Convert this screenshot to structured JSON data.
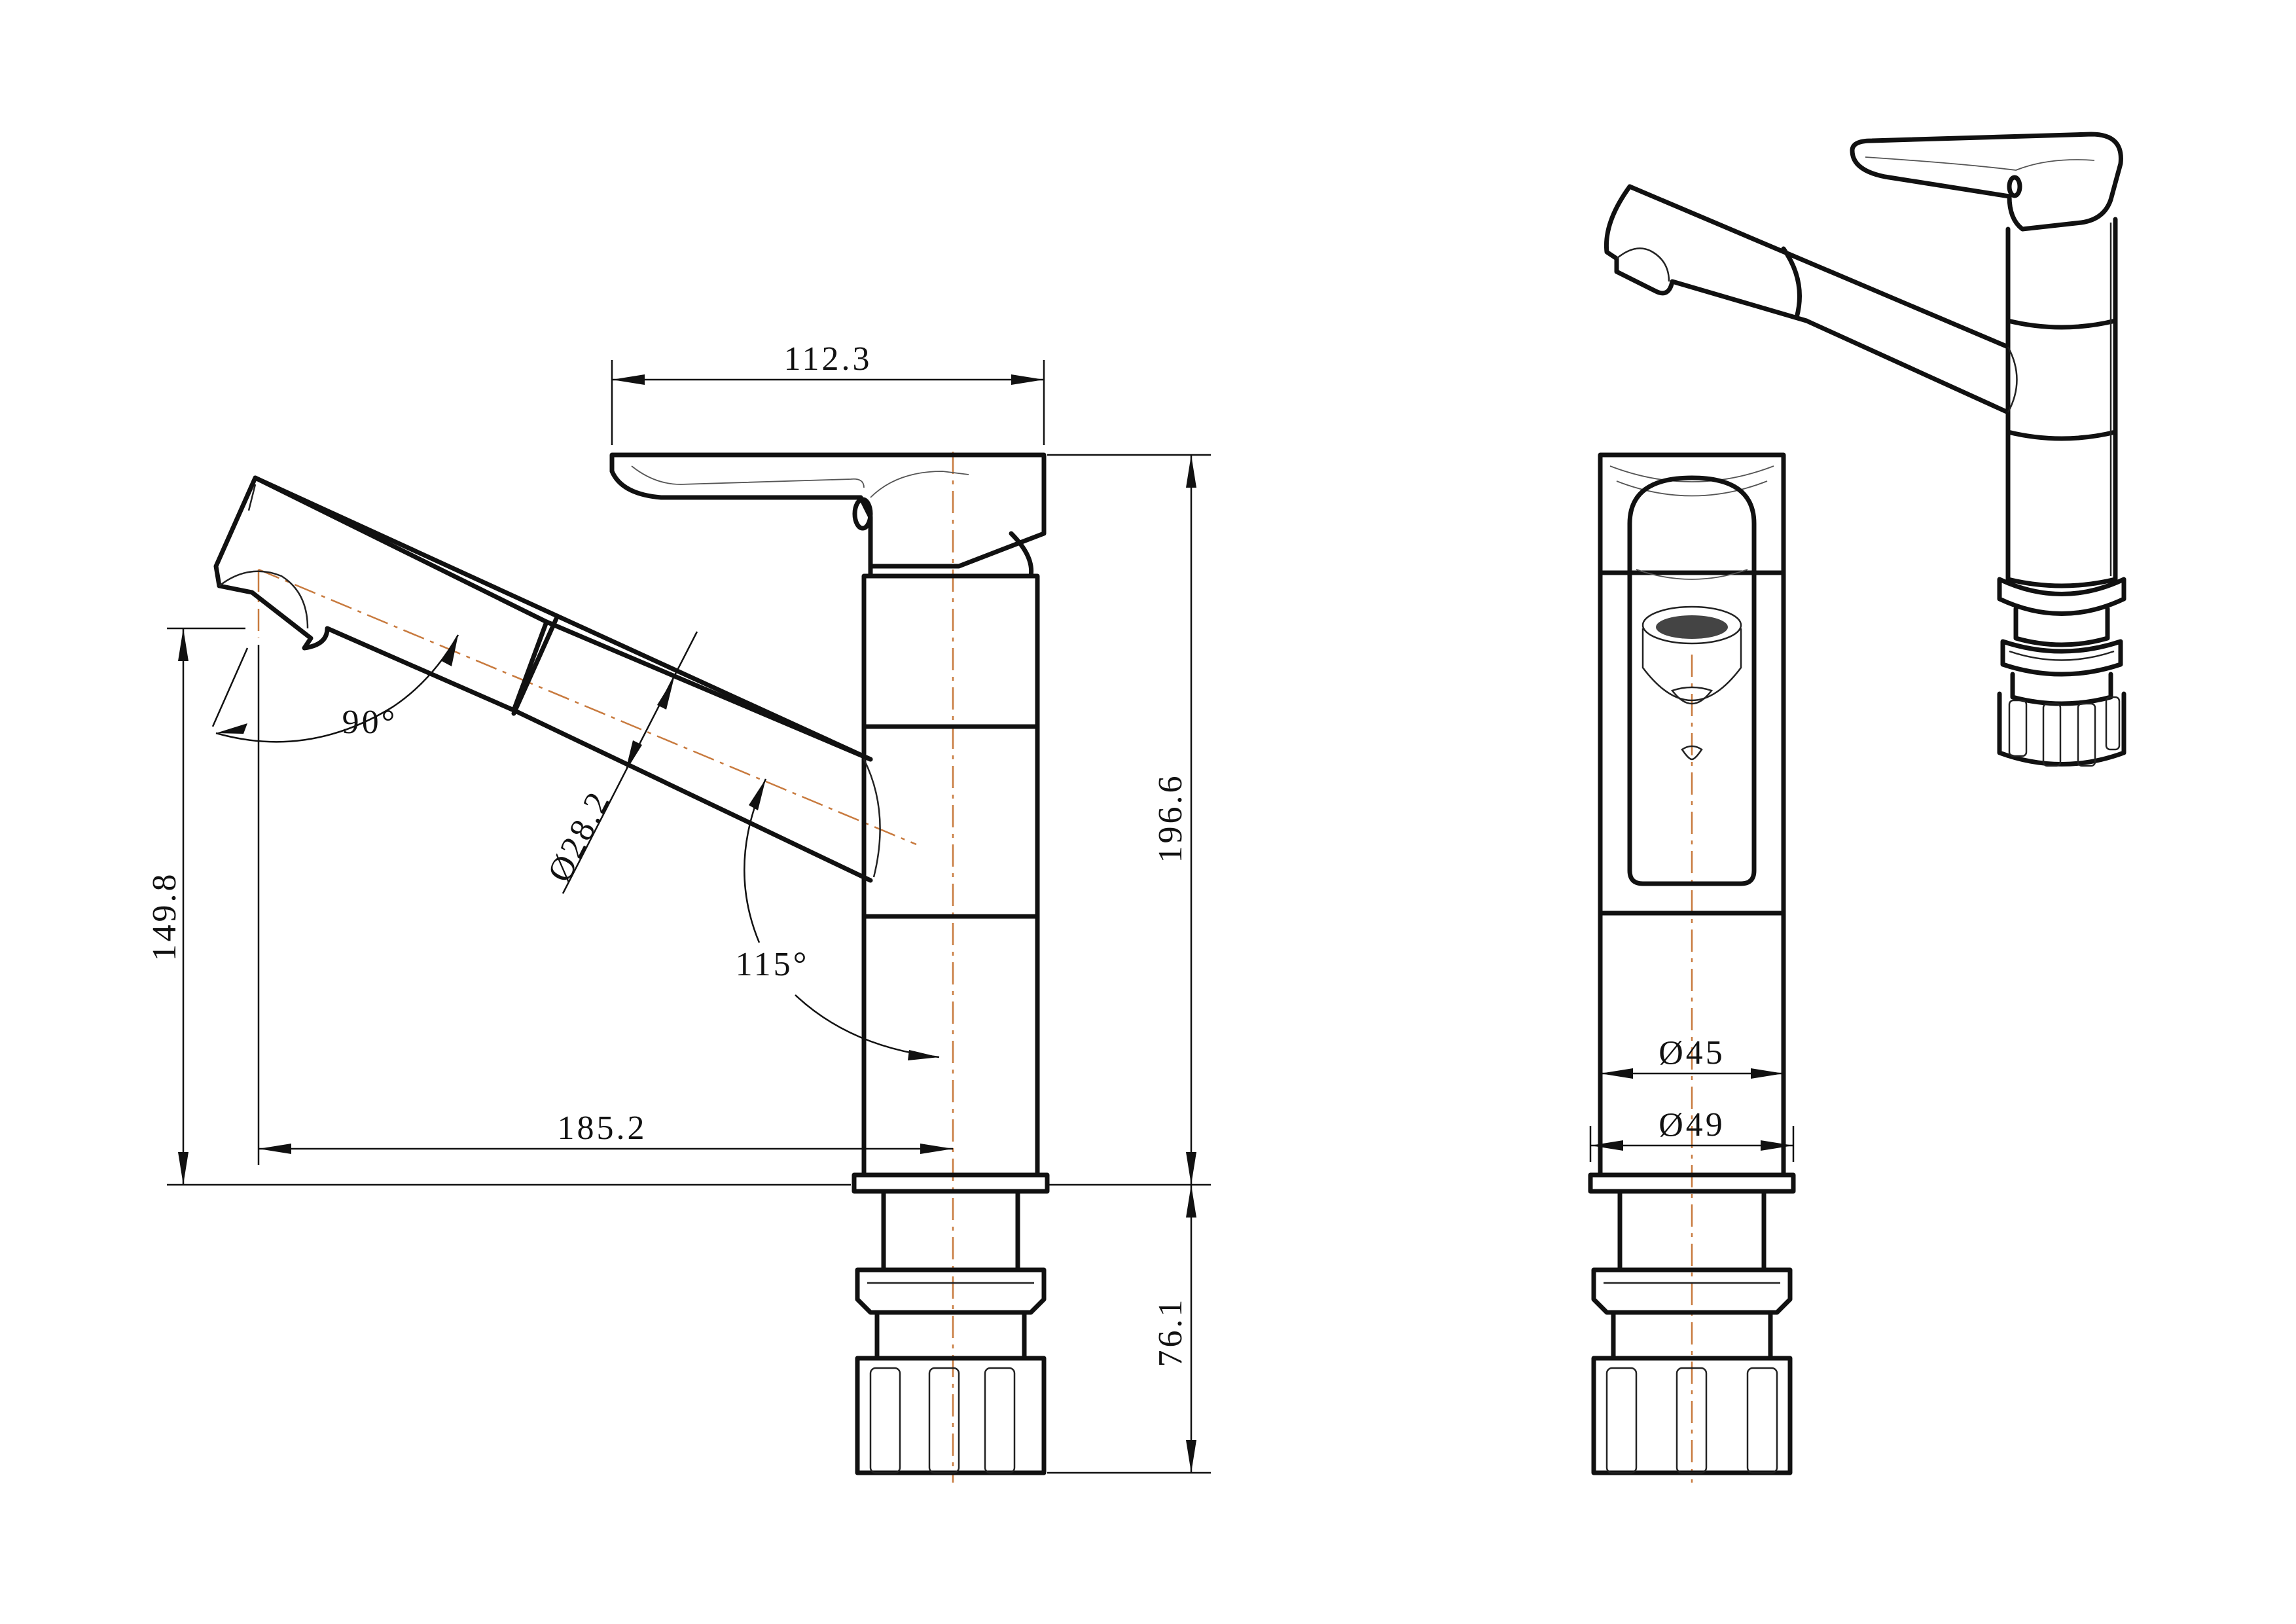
{
  "front_view": {
    "handle_length": "112.3",
    "total_height": "196.6",
    "spout_height": "149.8",
    "spout_reach": "185.2",
    "shank_length": "76.1",
    "spout_diameter": "Ø28.2",
    "spout_angle": "90°",
    "swivel_angle": "115°"
  },
  "side_view": {
    "inner_diameter": "Ø45",
    "outer_diameter": "Ø49"
  },
  "colors": {
    "line": "#111111",
    "centerline": "#c87a3e"
  }
}
